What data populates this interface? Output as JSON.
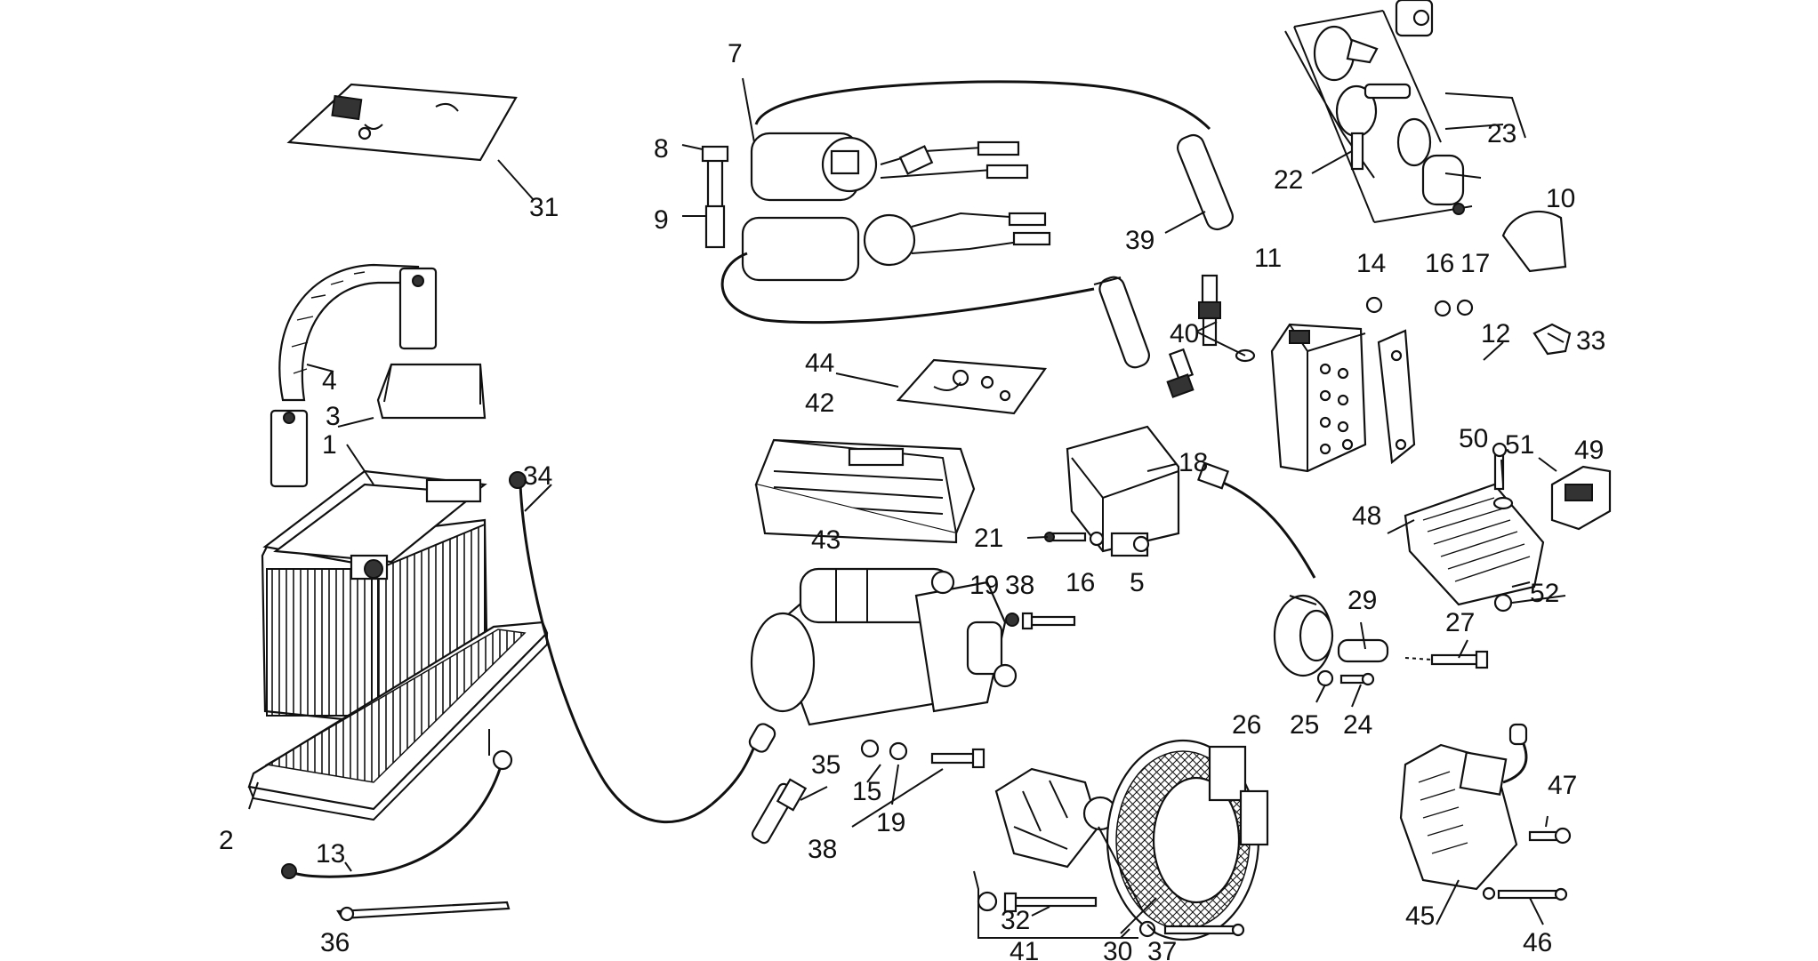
{
  "diagram": {
    "callouts": [
      "1",
      "2",
      "3",
      "4",
      "5",
      "7",
      "8",
      "9",
      "10",
      "11",
      "12",
      "13",
      "14",
      "15",
      "16",
      "16",
      "17",
      "18",
      "19",
      "19",
      "21",
      "22",
      "23",
      "24",
      "25",
      "26",
      "27",
      "29",
      "30",
      "31",
      "32",
      "33",
      "34",
      "35",
      "36",
      "37",
      "38",
      "38",
      "39",
      "40",
      "41",
      "42",
      "43",
      "44",
      "45",
      "46",
      "47",
      "48",
      "49",
      "50",
      "51",
      "52"
    ]
  }
}
